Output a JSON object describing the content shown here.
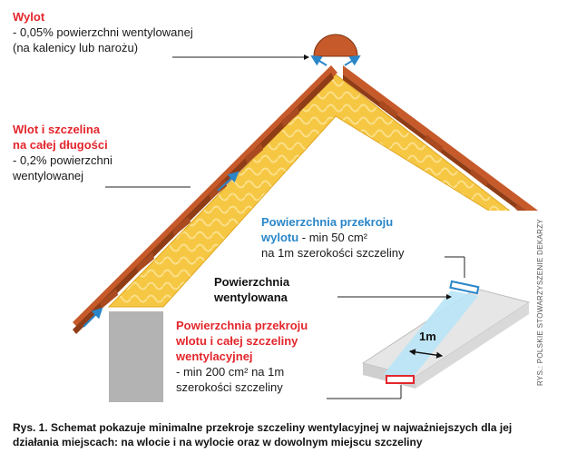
{
  "outlet": {
    "title": "Wylot",
    "line1": "- 0,05% powierzchni wentylowanej",
    "line2": "(na kalenicy lub narożu)"
  },
  "inlet": {
    "title1": "Wlot i szczelina",
    "title2": "na całej długości",
    "line1": "- 0,2% powierzchni",
    "line2": "wentylowanej"
  },
  "outlet_section": {
    "title1": "Powierzchnia przekroju",
    "title2": "wylotu",
    "value": " - min 50 cm²",
    "line2": "na 1m szerokości szczeliny"
  },
  "ventilated": {
    "line1": "Powierzchnia",
    "line2": "wentylowana"
  },
  "inlet_section": {
    "title1": "Powierzchnia przekroju",
    "title2": "wlotu i całej szczeliny",
    "title3": "wentylacyjnej",
    "line1": "- min 200 cm² na 1m",
    "line2": "szerokości szczeliny"
  },
  "dimension": "1m",
  "credit": "RYS.: POLSKIE STOWARZYSZENIE DEKARZY",
  "caption": "Rys. 1. Schemat pokazuje minimalne przekroje szczeliny wentylacyjnej w najważniejszych dla jej działania miejscach: na wlocie i na wylocie oraz w dowolnym miejscu szczeliny",
  "colors": {
    "red": "#e3262c",
    "blue": "#2a86c8",
    "insulation": "#f6c743",
    "tile": "#c65a2a",
    "wall": "#b3b3b3"
  }
}
